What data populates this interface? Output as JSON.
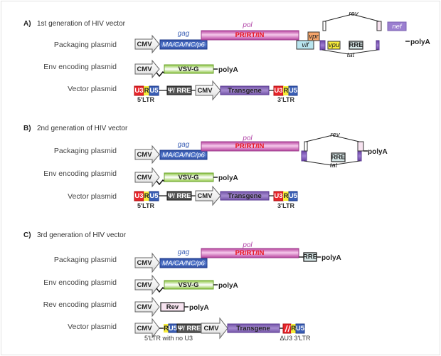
{
  "colors": {
    "cmv_fill": "#e8e8e8",
    "gag": "#3b5fb5",
    "pol": "#cc5fb8",
    "pol_text": "#e8141e",
    "gag_text": "#3b5fb5",
    "pol_label": "#b042a6",
    "envelope": "#8dc63f",
    "transgene": "#8a67b8",
    "u3": "#e8242b",
    "r": "#f6ec3a",
    "u5": "#3b5fb5",
    "psi_rre": "#555555",
    "vpr": "#f4a46a",
    "vif": "#b8e4ee",
    "vpu": "#f6ec3a",
    "rre_box": "#d6e6e6",
    "tat_rev_exon": "#7a52b0",
    "rev_box": "#f7e3f0",
    "nef": "#9b7fd0"
  },
  "sections": [
    {
      "letter": "A)",
      "title": "1st generation of HIV vector",
      "rows": {
        "packaging": "Packaging plasmid",
        "env": "Env encoding plasmid",
        "vector": "Vector plasmid"
      }
    },
    {
      "letter": "B)",
      "title": "2nd generation of HIV vector",
      "rows": {
        "packaging": "Packaging plasmid",
        "env": "Env encoding plasmid",
        "vector": "Vector plasmid"
      }
    },
    {
      "letter": "C)",
      "title": "3rd generation of HIV vector",
      "rows": {
        "packaging": "Packaging plasmid",
        "env": "Env encoding plasmid",
        "rev": "Rev encoding plasmid",
        "vector": "Vector plasmid"
      }
    }
  ],
  "labels": {
    "cmv": "CMV",
    "gag": "gag",
    "gag_box": "MA/CA/NC/p6",
    "pol": "pol",
    "pol_box": "PR/RT/IN",
    "vsvg": "VSV-G",
    "polyA": "polyA",
    "u3": "U3",
    "r": "R",
    "u5": "U5",
    "psi_rre": "Ψ/ RRE",
    "transgene": "Transgene",
    "ltr5": "5'LTR",
    "ltr3": "3'LTR",
    "vpr": "vpr",
    "vif": "vif",
    "vpu": "vpu",
    "rre": "RRE",
    "nef": "nef",
    "rev": "rev",
    "tat": "tat",
    "rev_box": "Rev",
    "ltr5_no_u3": "5'LTR with no U3",
    "ltr3_delta": "ΔU3 3'LTR"
  }
}
